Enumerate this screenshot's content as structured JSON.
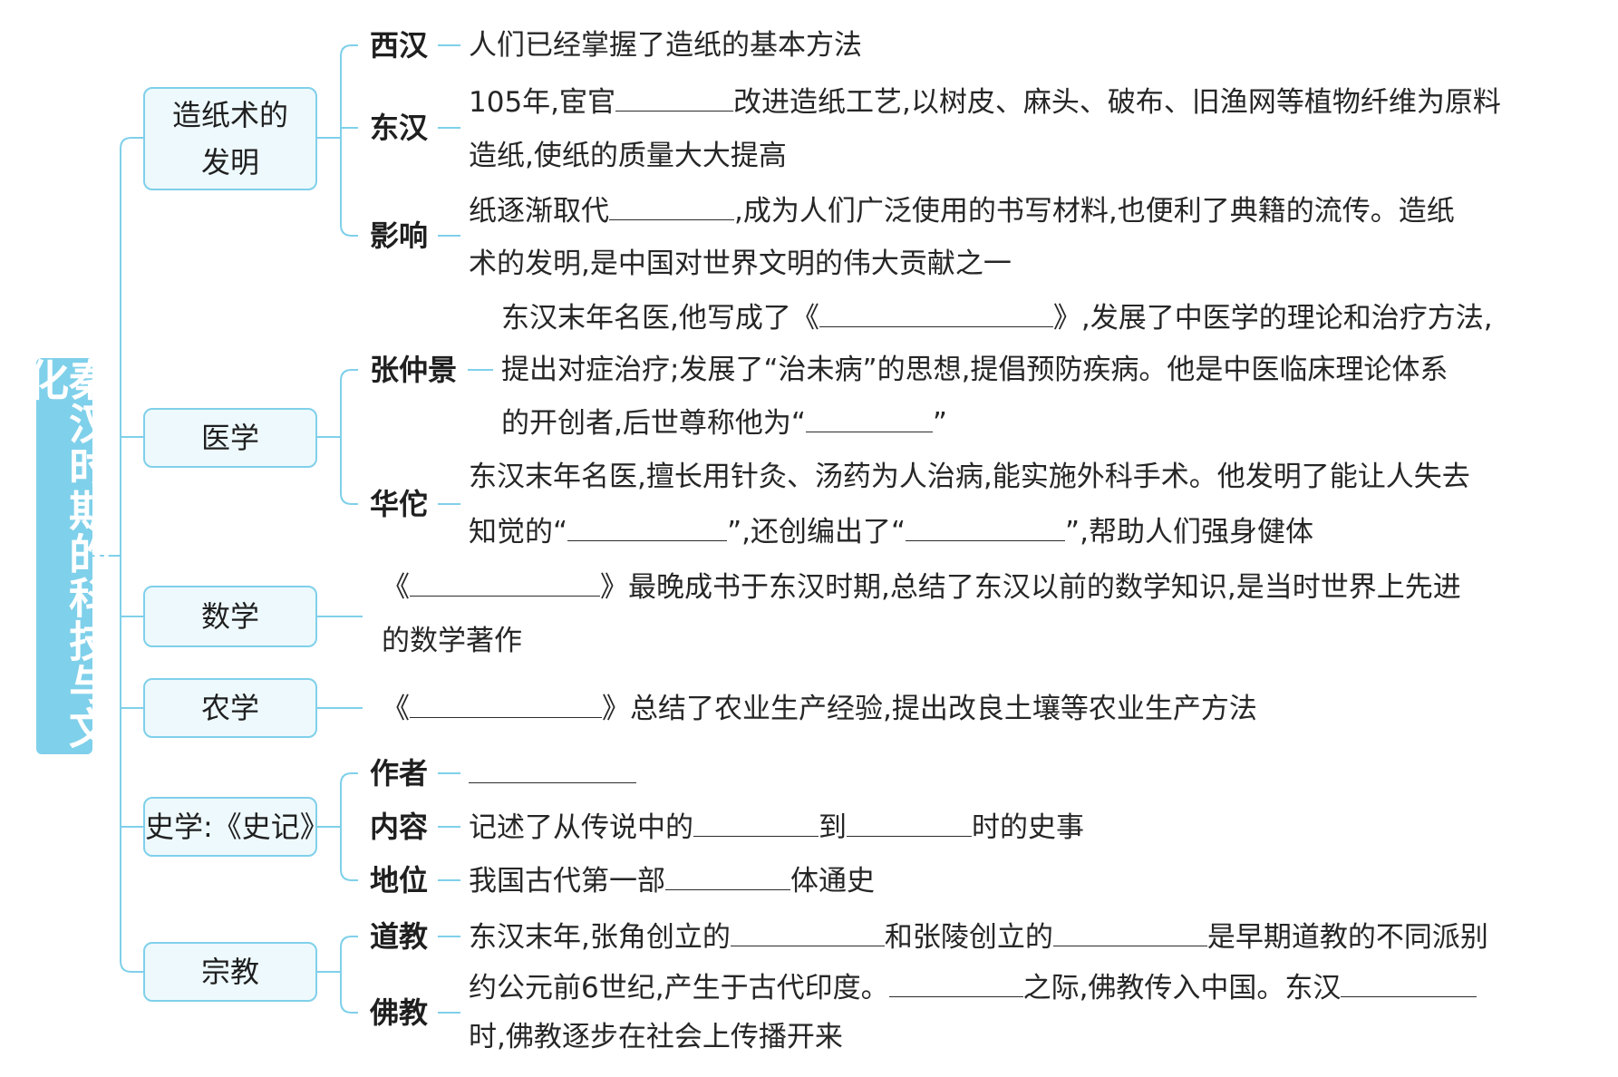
{
  "title": "秦汉时期的科技与文化",
  "categories": {
    "paper": "造纸术的发明",
    "medicine": "医学",
    "math": "数学",
    "agri": "农学",
    "history": "史学:《史记》",
    "religion": "宗教"
  },
  "subs": {
    "xihan": "西汉",
    "donghan": "东汉",
    "impact": "影响",
    "zhang": "张仲景",
    "hua": "华佗",
    "author": "作者",
    "content": "内容",
    "status": "地位",
    "taoism": "道教",
    "buddhism": "佛教"
  },
  "paper": {
    "xihan": "人们已经掌握了造纸的基本方法",
    "donghan_a": "105年,宦官",
    "donghan_b": "改进造纸工艺,以树皮、麻头、破布、旧渔网等植物纤维为原料",
    "donghan_c": "造纸,使纸的质量大大提高",
    "impact_a": "纸逐渐取代",
    "impact_b": ",成为人们广泛使用的书写材料,也便利了典籍的流传。造纸",
    "impact_c": "术的发明,是中国对世界文明的伟大贡献之一"
  },
  "medicine": {
    "zhang_a": "东汉末年名医,他写成了《",
    "zhang_b": "》,发展了中医学的理论和治疗方法,",
    "zhang_c": "提出对症治疗;发展了“治未病”的思想,提倡预防疾病。他是中医临床理论体系",
    "zhang_d": "的开创者,后世尊称他为“",
    "zhang_e": "”",
    "hua_a": "东汉末年名医,擅长用针灸、汤药为人治病,能实施外科手术。他发明了能让人失去",
    "hua_b": "知觉的“",
    "hua_c": "”,还创编出了“",
    "hua_d": "”,帮助人们强身健体"
  },
  "math": {
    "a": "《",
    "b": "》最晚成书于东汉时期,总结了东汉以前的数学知识,是当时世界上先进",
    "c": "的数学著作"
  },
  "agri": {
    "a": "《",
    "b": "》总结了农业生产经验,提出改良土壤等农业生产方法"
  },
  "history": {
    "content_a": "记述了从传说中的",
    "content_b": "到",
    "content_c": "时的史事",
    "status_a": "我国古代第一部",
    "status_b": "体通史"
  },
  "religion": {
    "taoism_a": "东汉末年,张角创立的",
    "taoism_b": "和张陵创立的",
    "taoism_c": "是早期道教的不同派别",
    "buddhism_a": "约公元前6世纪,产生于古代印度。",
    "buddhism_b": "之际,佛教传入中国。东汉",
    "buddhism_c": "时,佛教逐步在社会上传播开来"
  },
  "colors": {
    "accent": "#7fd0ea",
    "box_fill": "#eef9fd",
    "line": "#7fd0ea"
  }
}
